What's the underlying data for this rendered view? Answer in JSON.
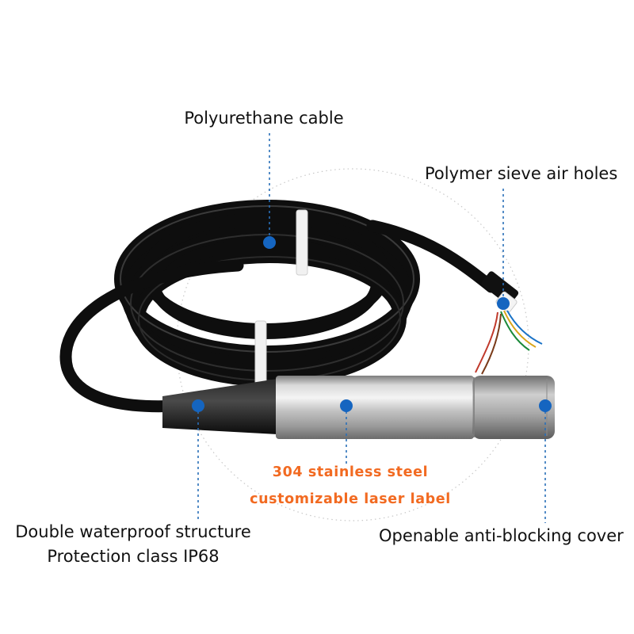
{
  "callouts": {
    "cable": "Polyurethane cable",
    "air_holes": "Polymer sieve air holes",
    "waterproof_line1": "Double waterproof structure",
    "waterproof_line2": "Protection class IP68",
    "cover": "Openable anti-blocking cover"
  },
  "highlight": {
    "line1": "304 stainless steel",
    "line2": "customizable laser label"
  },
  "colors": {
    "marker_dot": "#1565c0",
    "leader_line": "#2a6fb8",
    "highlight_text": "#f26a21",
    "cable": "#111111",
    "steel": "#b9b9b9"
  }
}
